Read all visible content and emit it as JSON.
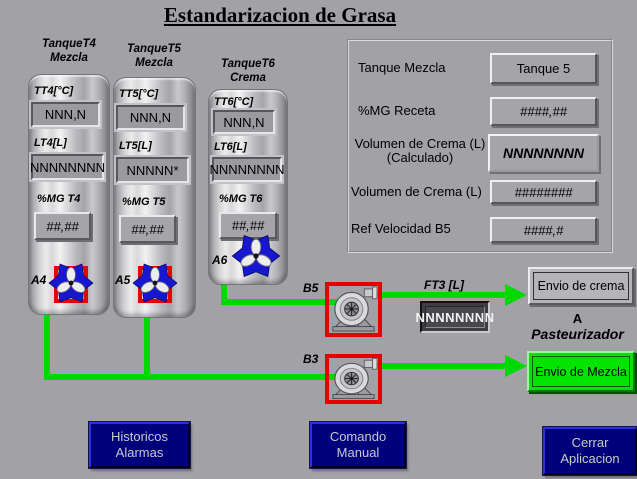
{
  "title": "Estandarizacion de Grasa",
  "tanks": [
    {
      "name1": "TanqueT4",
      "name2": "Mezcla",
      "temp_label": "TT4[°C]",
      "temp_value": "NNN,N",
      "level_label": "LT4[L]",
      "level_value": "NNNNNNNN",
      "fat_label": "%MG T4",
      "fat_value": "##,##",
      "agitator_label": "A4"
    },
    {
      "name1": "TanqueT5",
      "name2": "Mezcla",
      "temp_label": "TT5[°C]",
      "temp_value": "NNN,N",
      "level_label": "LT5[L]",
      "level_value": "NNNNN*",
      "fat_label": "%MG T5",
      "fat_value": "##,##",
      "agitator_label": "A5"
    },
    {
      "name1": "TanqueT6",
      "name2": "Crema",
      "temp_label": "TT6[°C]",
      "temp_value": "NNN,N",
      "level_label": "LT6[L]",
      "level_value": "NNNNNNNN",
      "fat_label": "%MG T6",
      "fat_value": "##,##",
      "agitator_label": "A6"
    }
  ],
  "panel": {
    "tanque_mezcla_label": "Tanque Mezcla",
    "tanque_mezcla_value": "Tanque 5",
    "mg_receta_label": "%MG Receta",
    "mg_receta_value": "####,##",
    "vol_crema_calc_label1": "Volumen de Crema (L)",
    "vol_crema_calc_label2": "(Calculado)",
    "vol_crema_calc_value": "NNNNNNNN",
    "vol_crema_label": "Volumen de Crema (L)",
    "vol_crema_value": "########",
    "ref_velocidad_label": "Ref Velocidad B5",
    "ref_velocidad_value": "####,#"
  },
  "pumps": [
    {
      "label": "B5"
    },
    {
      "label": "B3"
    }
  ],
  "flow": {
    "ft3_label": "FT3 [L]",
    "ft3_value": "NNNNNNNN",
    "send_crema": "Envio de crema",
    "dest1": "A",
    "dest2": "Pasteurizador",
    "send_mezcla": "Envio de Mezcla"
  },
  "footer": {
    "historicos1": "Historicos",
    "historicos2": "Alarmas",
    "comando1": "Comando",
    "comando2": "Manual",
    "cerrar1": "Cerrar",
    "cerrar2": "Aplicacion"
  },
  "colors": {
    "background": "#a1a1a6",
    "pipe_green": "#00d900",
    "selection_red": "#e60000",
    "agitator_blue": "#1717cf",
    "button_navy": "#00007d",
    "send_mezcla_green": "#00e400"
  },
  "icons": {
    "agitator": "agitator-fan-icon",
    "pump": "pump-icon",
    "arrow": "flow-arrow-icon"
  }
}
